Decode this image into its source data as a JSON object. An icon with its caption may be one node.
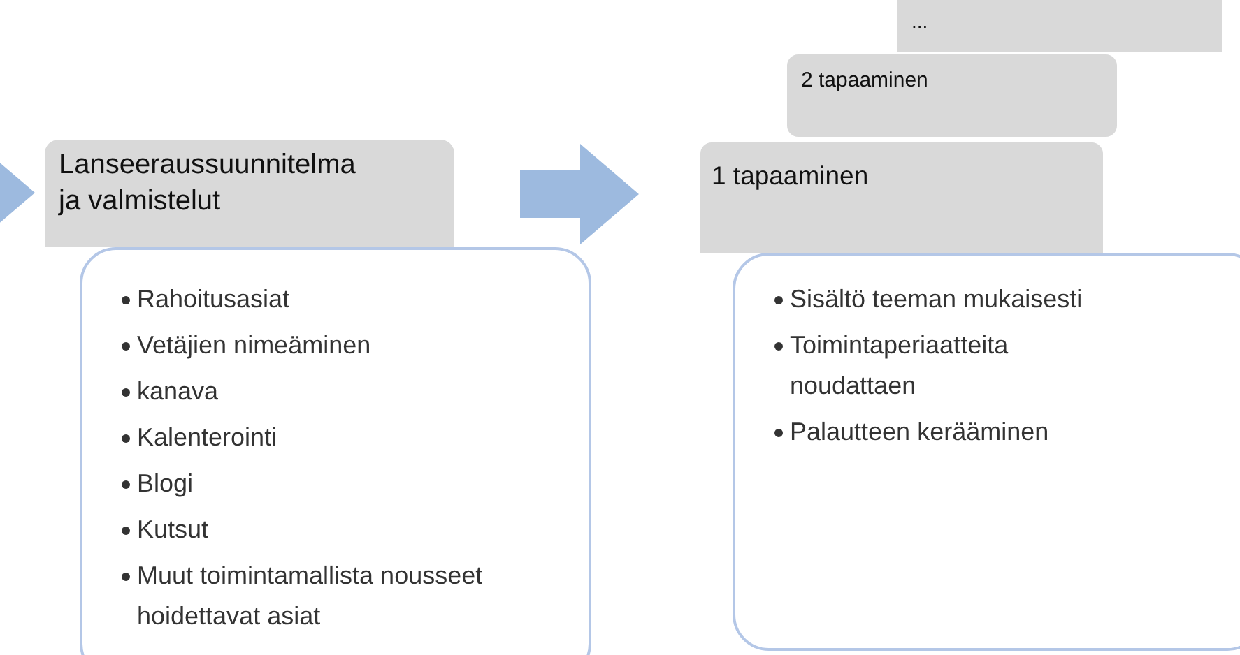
{
  "diagram": {
    "nodes": [
      {
        "text": [
          "Lanseeraussuunnitelma ja valmistelut"
        ]
      },
      {
        "text": [
          "Rahoitusasiat",
          "Vetäjien nimeäminen",
          "kanava",
          "Kalenterointi",
          "Blogi",
          "Kutsut",
          "Muut toimintamallista nousseet hoidettavat asiat"
        ]
      },
      {
        "text": [
          "..."
        ]
      },
      {
        "text": [
          "2 tapaaminen"
        ]
      },
      {
        "text": [
          "1 tapaaminen"
        ]
      },
      {
        "text": [
          "Sisältö teeman mukaisesti",
          "Toimintaperiaatteita noudattaen",
          "Palautteen kerääminen"
        ]
      }
    ],
    "edges": [
      {
        "from": null,
        "to": 0,
        "arrow": "to"
      },
      {
        "from": 0,
        "to": 4,
        "arrow": "to"
      }
    ]
  }
}
